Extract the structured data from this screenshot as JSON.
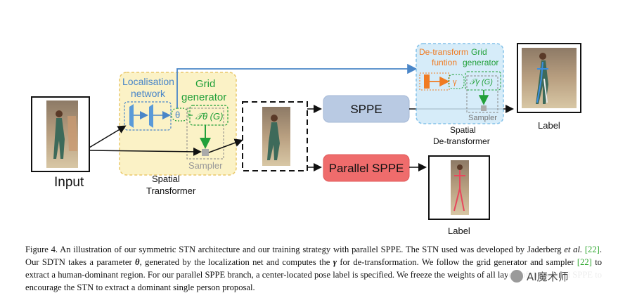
{
  "figure": {
    "labels": {
      "localisation_network": [
        "Localisation",
        "network"
      ],
      "grid_generator": [
        "Grid",
        "generator"
      ],
      "theta": "θ",
      "t_theta": "𝒯θ (G)",
      "sampler": "Sampler",
      "spatial_transformer": [
        "Spatial",
        "Transformer"
      ],
      "input": "Input",
      "sppe": "SPPE",
      "parallel_sppe": "Parallel SPPE",
      "de_transform_function": [
        "De-transform",
        "funtion"
      ],
      "de_grid_generator": [
        "Grid",
        "generator"
      ],
      "gamma": "γ",
      "t_gamma": "𝒯γ (G)",
      "de_sampler": "Sampler",
      "spatial_de_transformer": [
        "Spatial",
        "De-transformer"
      ],
      "label_top": "Label",
      "label_bottom": "Label"
    },
    "colors": {
      "yellow_box": "#fbf2c6",
      "yellow_border": "#e9c86a",
      "blue_text": "#4a86c8",
      "green_text": "#22a03a",
      "sppe_fill": "#b9cae3",
      "parallel_fill": "#ef6c6c",
      "detrans_fill": "#cfe9f8",
      "orange": "#f07b22"
    }
  },
  "caption": {
    "p1": "Figure 4. An illustration of our symmetric STN architecture and our training strategy with parallel SPPE. The STN used was developed by Jaderberg ",
    "et_al": "et al.",
    "ref1": "[22]",
    "p2": ". Our SDTN takes a parameter ",
    "theta": "θ",
    "p3": ", generated by the localization net and computes the ",
    "gamma": "γ",
    "p4": " for de-transformation. We follow the grid generator and sampler ",
    "ref2": "[22]",
    "p5": " to extract a human-dominant region. For our parallel SPPE branch, a center-located pose label is specified. We freeze the weights of all layers of the parallel SPPE to encourage the STN to extract a dominant single person proposal."
  },
  "watermark": "AI魔术师"
}
